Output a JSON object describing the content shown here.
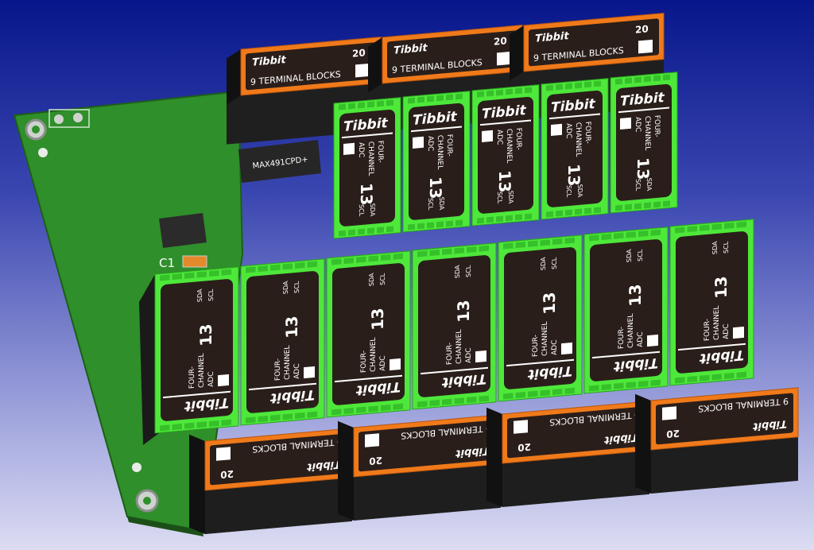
{
  "board": {
    "ic_label": "MAX491CPD+",
    "capacitor_label": "C1"
  },
  "terminal_block": {
    "brand": "Tibbit",
    "number": "20",
    "title": "9 TERMINAL BLOCKS"
  },
  "adc_module": {
    "brand": "Tibbit",
    "number": "13",
    "line1": "FOUR-",
    "line2": "CHANNEL",
    "line3": "ADC",
    "pin1": "SCL",
    "pin2": "SDA"
  },
  "counts": {
    "top_terminal_blocks": 3,
    "top_adc_modules": 5,
    "bottom_adc_modules": 7,
    "bottom_terminal_blocks": 4
  },
  "colors": {
    "pcb": "#2f8f2a",
    "terminal": "#f07a1a",
    "module": "#4ee83a",
    "label": "#2a1e1a"
  }
}
